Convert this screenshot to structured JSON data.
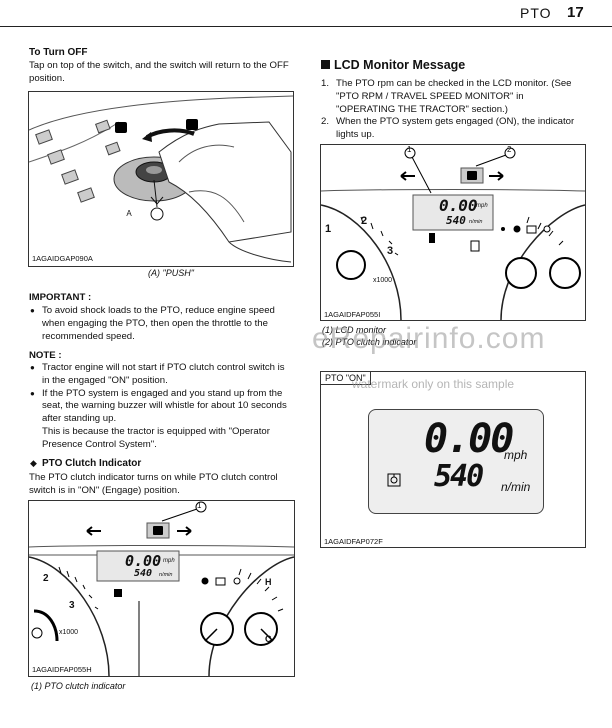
{
  "header": {
    "title": "PTO",
    "page_number": "17"
  },
  "turn_off": {
    "heading": "To Turn OFF",
    "body": "Tap on top of the switch, and the switch will return to the OFF position.",
    "figure_code": "1AGAIDGAP090A",
    "figure_callout": "A",
    "caption": "(A) \"PUSH\""
  },
  "important": {
    "heading": "IMPORTANT :",
    "items": [
      "To avoid shock loads to the PTO, reduce engine speed when engaging the PTO, then open the throttle to the recommended speed."
    ]
  },
  "note": {
    "heading": "NOTE :",
    "items": [
      "Tractor engine will not start if PTO clutch control switch is in the engaged \"ON\" position.",
      "If the PTO system is engaged and you stand up from the seat, the warning buzzer will whistle for about 10 seconds after standing up."
    ],
    "continuation": "This is because the tractor is equipped with \"Operator Presence Control System\"."
  },
  "pto_indicator": {
    "heading": "PTO Clutch Indicator",
    "body": "The PTO clutch indicator turns on while PTO clutch control switch is in \"ON\" (Engage) position.",
    "figure_code": "1AGAIDFAP055H",
    "callout": "1",
    "caption": "(1) PTO clutch indicator"
  },
  "lcd_monitor": {
    "heading": "LCD Monitor Message",
    "items": [
      {
        "num": "1.",
        "text": "The PTO rpm can be checked in the LCD monitor. (See \"PTO RPM / TRAVEL SPEED MONITOR\" in \"OPERATING THE TRACTOR\" section.)"
      },
      {
        "num": "2.",
        "text": "When the PTO system gets engaged (ON), the indicator lights up."
      }
    ],
    "figure_code": "1AGAIDFAP055I",
    "callouts": [
      "1",
      "2"
    ],
    "captions": [
      "(1) LCD monitor",
      "(2) PTO clutch indicator"
    ]
  },
  "lcd_display": {
    "speed": "0.00",
    "speed_unit": "mph",
    "rpm": "540",
    "rpm_unit": "n/min"
  },
  "gauge": {
    "tach_numbers": [
      "1",
      "2",
      "3"
    ],
    "multiplier": "x1000",
    "temp_high": "H",
    "temp_cold": "C"
  },
  "pto_on_box": {
    "label": "PTO \"ON\"",
    "figure_code": "1AGAIDFAP072F"
  },
  "watermark": {
    "main": "eRepairinfo.com",
    "sub": "watermark only on this sample"
  }
}
